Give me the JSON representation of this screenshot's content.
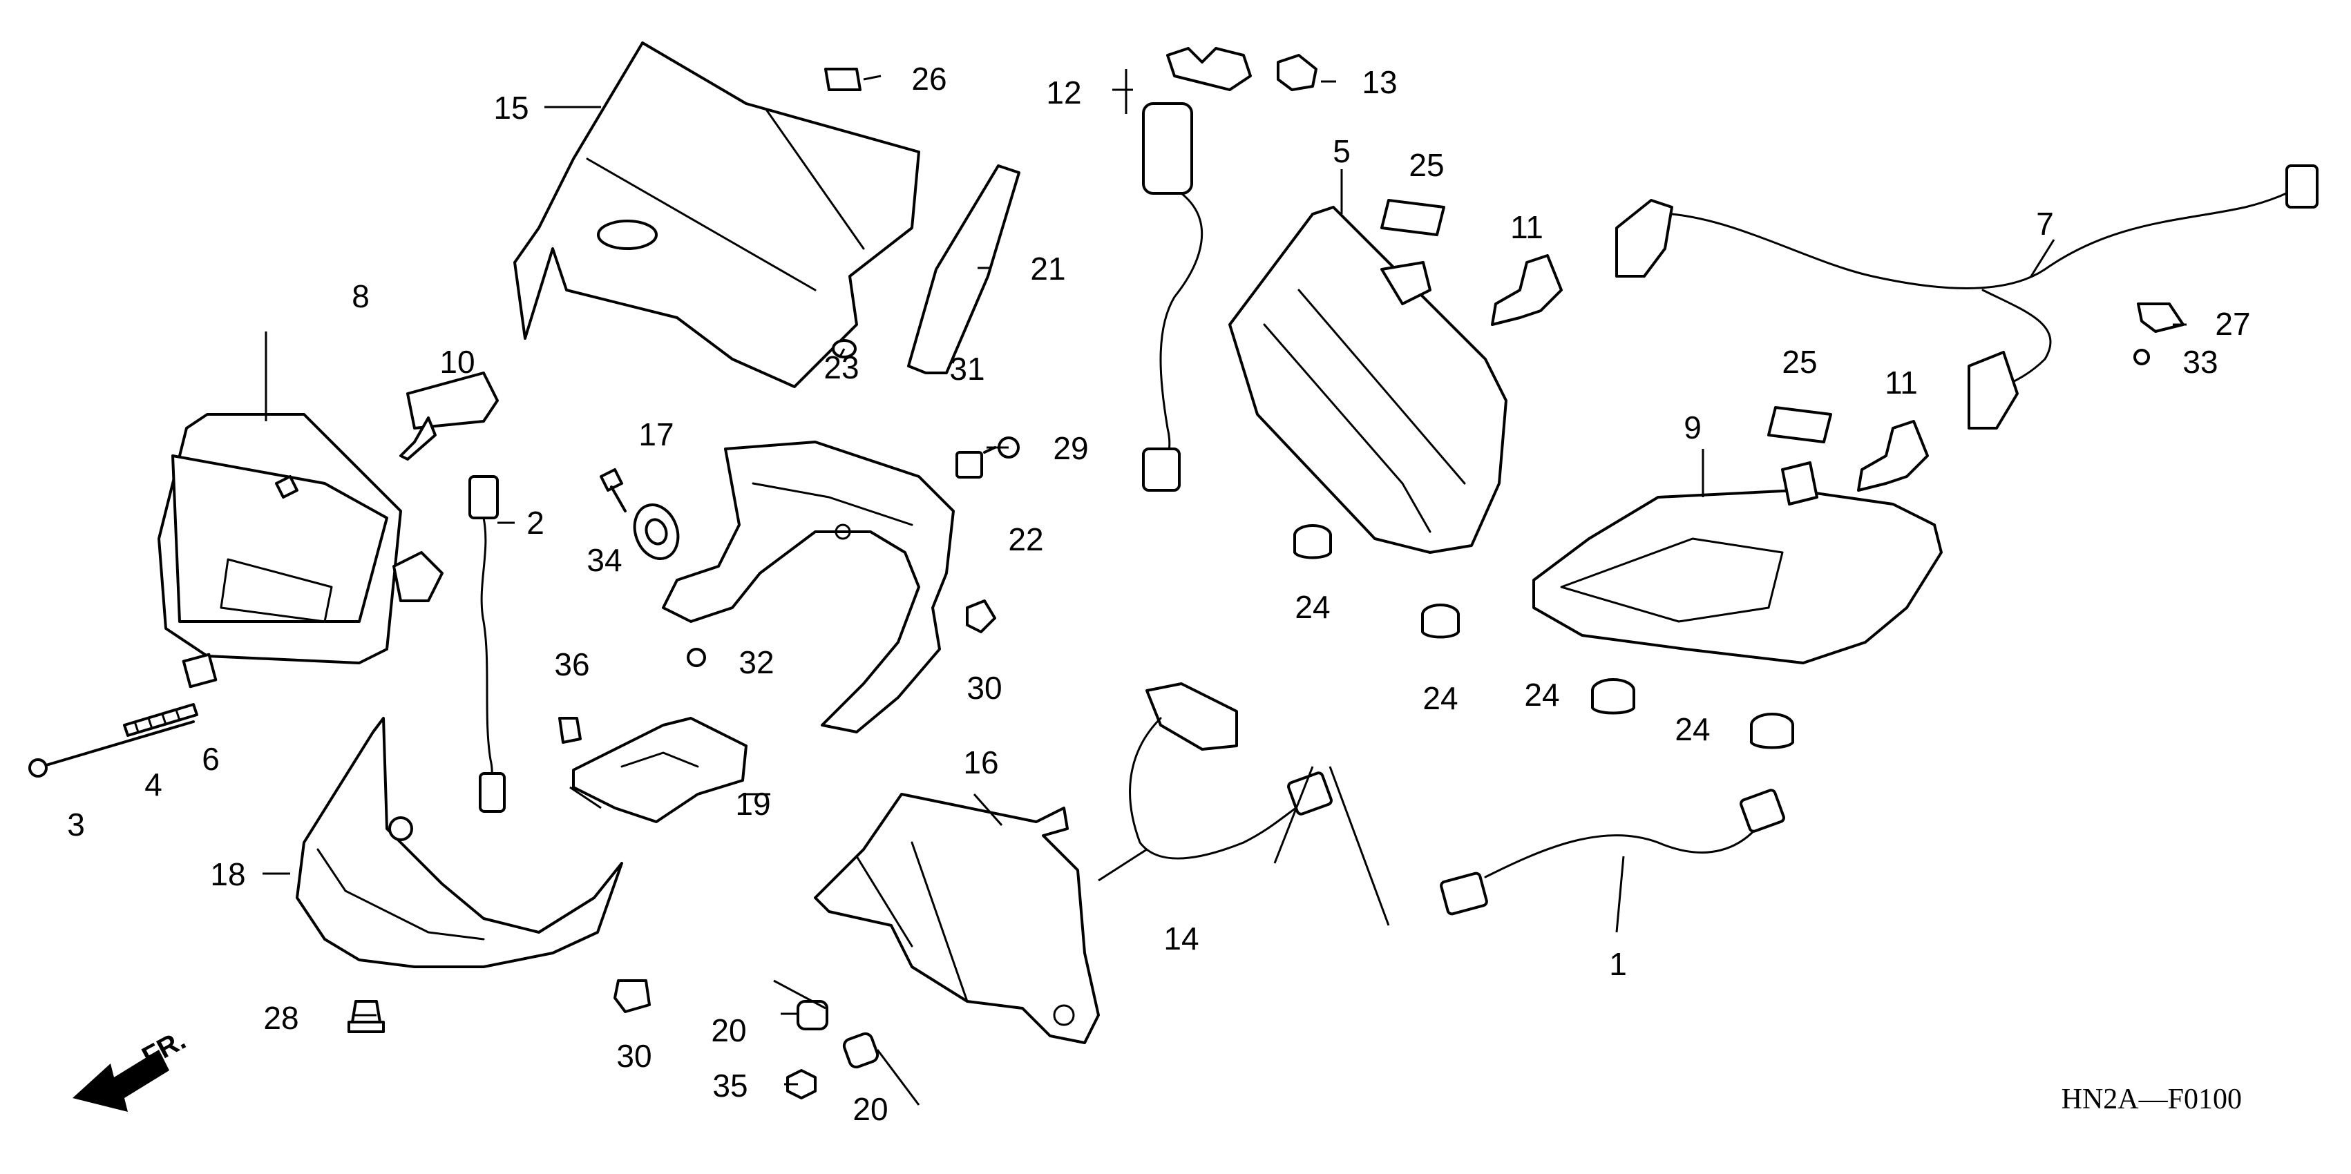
{
  "drawing_code": "HN2A—F0100",
  "direction_label": "FR.",
  "callouts": {
    "c1": "1",
    "c2": "2",
    "c3": "3",
    "c4": "4",
    "c5": "5",
    "c6": "6",
    "c7": "7",
    "c8": "8",
    "c9": "9",
    "c10": "10",
    "c11a": "11",
    "c11b": "11",
    "c12": "12",
    "c13": "13",
    "c14": "14",
    "c15": "15",
    "c16": "16",
    "c17": "17",
    "c18": "18",
    "c19": "19",
    "c20a": "20",
    "c20b": "20",
    "c21": "21",
    "c22": "22",
    "c23": "23",
    "c24a": "24",
    "c24b": "24",
    "c24c": "24",
    "c24d": "24",
    "c25a": "25",
    "c25b": "25",
    "c26": "26",
    "c27": "27",
    "c28": "28",
    "c29": "29",
    "c30a": "30",
    "c30b": "30",
    "c31": "31",
    "c32": "32",
    "c33": "33",
    "c34": "34",
    "c35": "35",
    "c36": "36"
  }
}
